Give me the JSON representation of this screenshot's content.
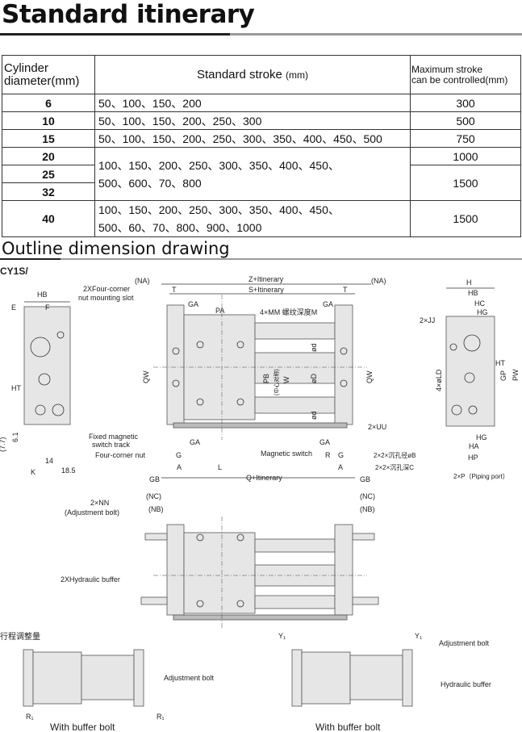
{
  "title": "Standard itinerary",
  "table": {
    "headers": {
      "diameter_l1": "Cylinder",
      "diameter_l2": "diameter(mm)",
      "stroke": "Standard stroke",
      "stroke_unit": "(mm)",
      "max_l1": "Maximum stroke",
      "max_l2": "can be controlled(mm)"
    },
    "rows": [
      {
        "d": "6",
        "s": "50、100、150、200",
        "m": "300"
      },
      {
        "d": "10",
        "s": "50、100、150、200、250、300",
        "m": "500"
      },
      {
        "d": "15",
        "s": "50、100、150、200、250、300、350、400、450、500",
        "m": "750"
      },
      {
        "d": "20",
        "m": "1000"
      },
      {
        "d": "25",
        "m": "1500"
      },
      {
        "d": "32"
      },
      {
        "d": "40",
        "s1": "100、150、200、250、300、350、400、450、",
        "s2": "500、60、70、800、900、1000",
        "m": "1500"
      }
    ],
    "group_20_32": {
      "s1": "100、150、200、250、300、350、400、450、",
      "s2": "500、600、70、800"
    }
  },
  "section2": "Outline dimension drawing",
  "drawing": {
    "model": "CY1S/",
    "labels": {
      "na_l": "(NA)",
      "na_r": "(NA)",
      "z": "Z+Itinerary",
      "s": "S+Itinerary",
      "t_l": "T",
      "t_r": "T",
      "slot1": "2XFour-corner",
      "slot2": "nut mounting slot",
      "ga1": "GA",
      "ga2": "GA",
      "pa": "PA",
      "mm": "4×MM 螺纹深度M",
      "hb": "HB",
      "e": "E",
      "f": "F",
      "ht": "HT",
      "k": "K",
      "d14": "14",
      "d185": "18.5",
      "d61": "6.1",
      "d77": "(7.7)",
      "qw_l": "QW",
      "qw_r": "QW",
      "pb": "PB",
      "w": "W",
      "od": "ød",
      "oD": "øD",
      "od2": "ød",
      "center": "(中心对称)",
      "uu": "2×UU",
      "fixed1": "Fixed magnetic",
      "fixed2": "switch track",
      "nut": "Four-corner nut",
      "ga3": "GA",
      "ga4": "GA",
      "g_l": "G",
      "g_r": "G",
      "r": "R",
      "a_l": "A",
      "a_r": "A",
      "l": "L",
      "mag": "Magnetic switch",
      "ob": "2×2×沉孔径øB",
      "oc": "2×2×沉孔深C",
      "gb_l": "GB",
      "gb_r": "GB",
      "q": "Q+Itinerary",
      "h": "H",
      "hb2": "HB",
      "hc": "HC",
      "hg": "HG",
      "jj": "2×JJ",
      "ht2": "HT",
      "gp": "GP",
      "pw": "PW",
      "ld": "4×øLD",
      "hg2": "HG",
      "ha": "HA",
      "hp": "HP",
      "p": "2×P（Piping port）",
      "nn1": "2×NN",
      "nn2": "(Adjustment bolt)",
      "nc_l": "(NC)",
      "nb_l": "(NB)",
      "nc_r": "(NC)",
      "nb_r": "(NB)",
      "hyd": "2XHydraulic buffer",
      "adjust_amt": "行程调整量",
      "adj_bl": "Adjustment bolt",
      "r1_l": "R₁",
      "r1_r": "R₁",
      "wbb_l": "With buffer bolt",
      "y1_l": "Y₁",
      "y1_r": "Y₁",
      "adj_br": "Adjustment bolt",
      "hyd_br": "Hydraulic buffer",
      "wbb_r": "With buffer bolt"
    }
  }
}
